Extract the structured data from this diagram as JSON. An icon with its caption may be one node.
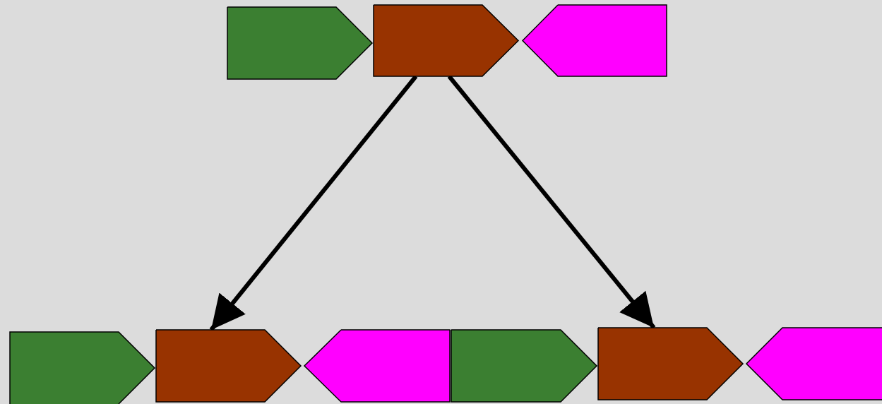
{
  "diagram": {
    "nodes": [
      {
        "text": [],
        "shape": "arrow"
      },
      {
        "text": [],
        "shape": "arrow"
      },
      {
        "text": [],
        "shape": "arrow"
      },
      {
        "text": [],
        "shape": "arrow"
      },
      {
        "text": [],
        "shape": "arrow"
      },
      {
        "text": [],
        "shape": "arrow"
      },
      {
        "text": [],
        "shape": "arrow"
      },
      {
        "text": [],
        "shape": "arrow"
      },
      {
        "text": [],
        "shape": "arrow"
      }
    ],
    "edges": [
      {
        "from": 1,
        "to": 4,
        "arrow": "to"
      },
      {
        "from": 1,
        "to": 7,
        "arrow": "to"
      }
    ]
  }
}
